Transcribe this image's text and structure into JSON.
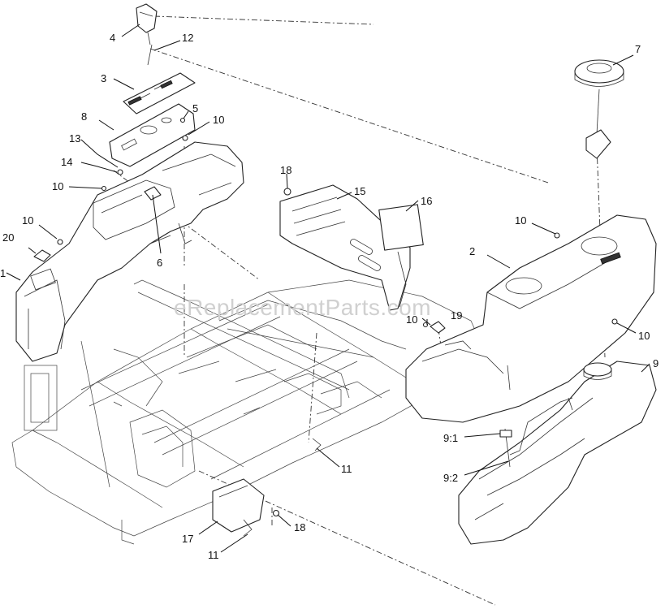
{
  "watermark": "eReplacementParts.com",
  "callouts": [
    {
      "id": "c1",
      "text": "1"
    },
    {
      "id": "c2",
      "text": "2"
    },
    {
      "id": "c3",
      "text": "3"
    },
    {
      "id": "c4",
      "text": "4"
    },
    {
      "id": "c5",
      "text": "5"
    },
    {
      "id": "c6",
      "text": "6"
    },
    {
      "id": "c7",
      "text": "7"
    },
    {
      "id": "c8",
      "text": "8"
    },
    {
      "id": "c9",
      "text": "9"
    },
    {
      "id": "c9-1",
      "text": "9:1"
    },
    {
      "id": "c9-2",
      "text": "9:2"
    },
    {
      "id": "c10a",
      "text": "10"
    },
    {
      "id": "c10b",
      "text": "10"
    },
    {
      "id": "c10c",
      "text": "10"
    },
    {
      "id": "c10d",
      "text": "10"
    },
    {
      "id": "c10e",
      "text": "10"
    },
    {
      "id": "c10f",
      "text": "10"
    },
    {
      "id": "c11a",
      "text": "11"
    },
    {
      "id": "c11b",
      "text": "11"
    },
    {
      "id": "c12",
      "text": "12"
    },
    {
      "id": "c13",
      "text": "13"
    },
    {
      "id": "c14",
      "text": "14"
    },
    {
      "id": "c15",
      "text": "15"
    },
    {
      "id": "c16",
      "text": "16"
    },
    {
      "id": "c17",
      "text": "17"
    },
    {
      "id": "c18a",
      "text": "18"
    },
    {
      "id": "c18b",
      "text": "18"
    },
    {
      "id": "c19",
      "text": "19"
    },
    {
      "id": "c20",
      "text": "20"
    }
  ]
}
